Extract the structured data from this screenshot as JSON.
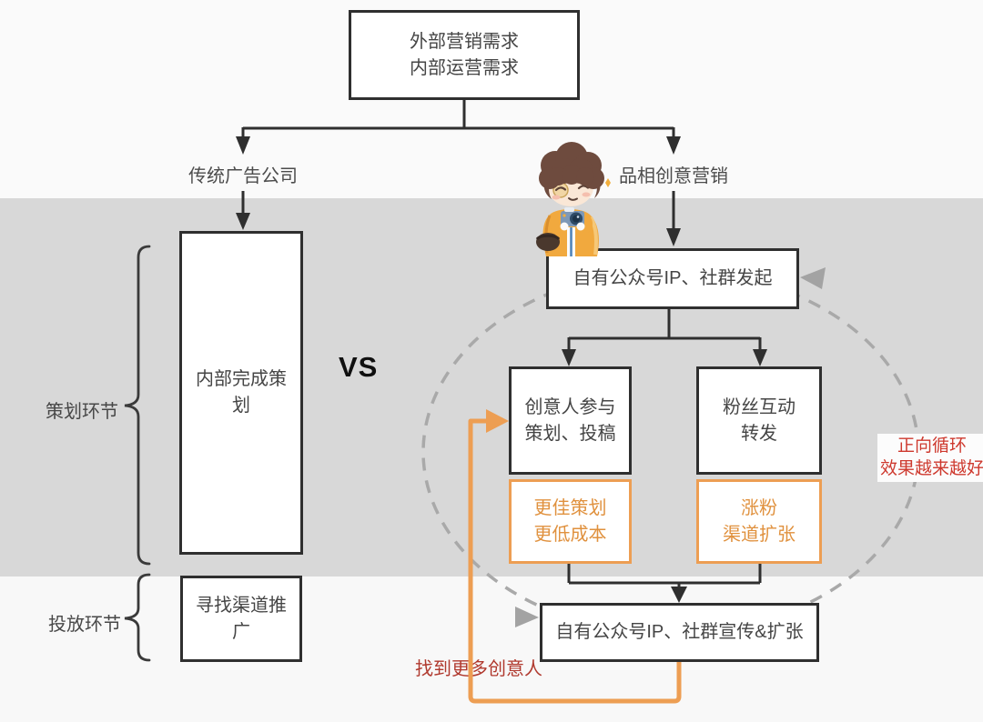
{
  "diagram": {
    "title_box": "外部营销需求\n内部运营需求",
    "branches": {
      "traditional_label": "传统广告公司",
      "pinxiang_label": "品相创意营销"
    },
    "vs_label": "VS",
    "left_flow": {
      "planning_box": "内部完成策划",
      "channel_box": "寻找渠道推广",
      "planning_stage_label": "策划环节",
      "launch_stage_label": "投放环节"
    },
    "right_flow": {
      "initiate_box": "自有公众号IP、社群发起",
      "creator_box": "创意人参与\n策划、投稿",
      "fans_box": "粉丝互动\n转发",
      "benefit_planning_box": "更佳策划\n更低成本",
      "benefit_fans_box": "涨粉\n渠道扩张",
      "expand_box": "自有公众号IP、社群宣传&扩张"
    },
    "annotations": {
      "positive_loop": "正向循环\n效果越来越好",
      "find_creators": "找到更多创意人"
    },
    "icons": {
      "mascot": "camera-boy-mascot"
    },
    "colors": {
      "accent_orange": "#ED9E53",
      "annotation_red": "#C23A2F",
      "band_gray": "#D8D8D8",
      "line_dark": "#2F2F2F",
      "dash_gray": "#A9A9A9"
    }
  }
}
